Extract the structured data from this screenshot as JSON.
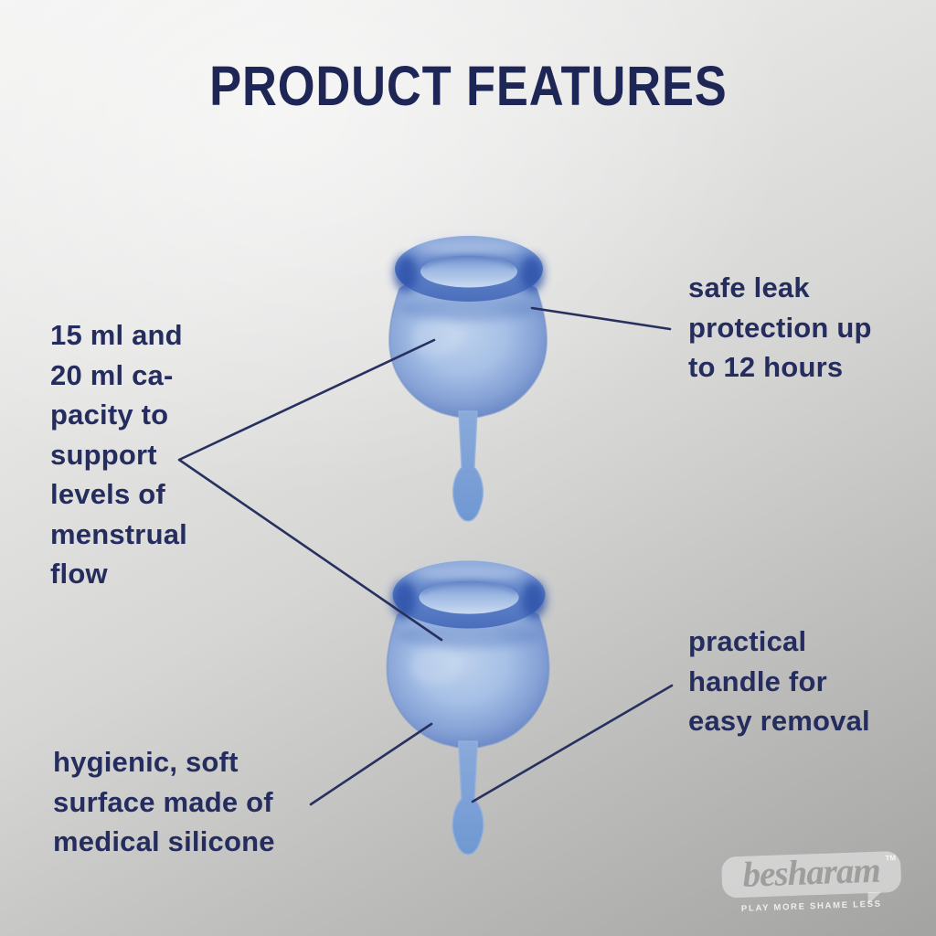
{
  "title": "PRODUCT FEATURES",
  "annotations": {
    "capacity": {
      "text": "15 ml and\n20 ml ca-\npacity to\nsupport\nlevels of\nmenstrual\nflow"
    },
    "leak_protection": {
      "text": "safe leak\nprotection up\nto 12 hours"
    },
    "surface": {
      "text": "hygienic, soft\nsurface made of\nmedical silicone"
    },
    "handle": {
      "text": "practical\nhandle for\neasy removal"
    }
  },
  "brand": {
    "name": "besharam",
    "trademark": "TM",
    "tagline": "PLAY MORE SHAME LESS"
  },
  "colors": {
    "text_navy": "#252c5e",
    "leader_line": "#27305f",
    "cup_blue_mid": "#5f82c8",
    "cup_blue_dark": "#2b4fa8",
    "cup_blue_light": "#bcd0ec",
    "background_light": "#f2f2f1",
    "background_dark": "#a3a3a2"
  }
}
